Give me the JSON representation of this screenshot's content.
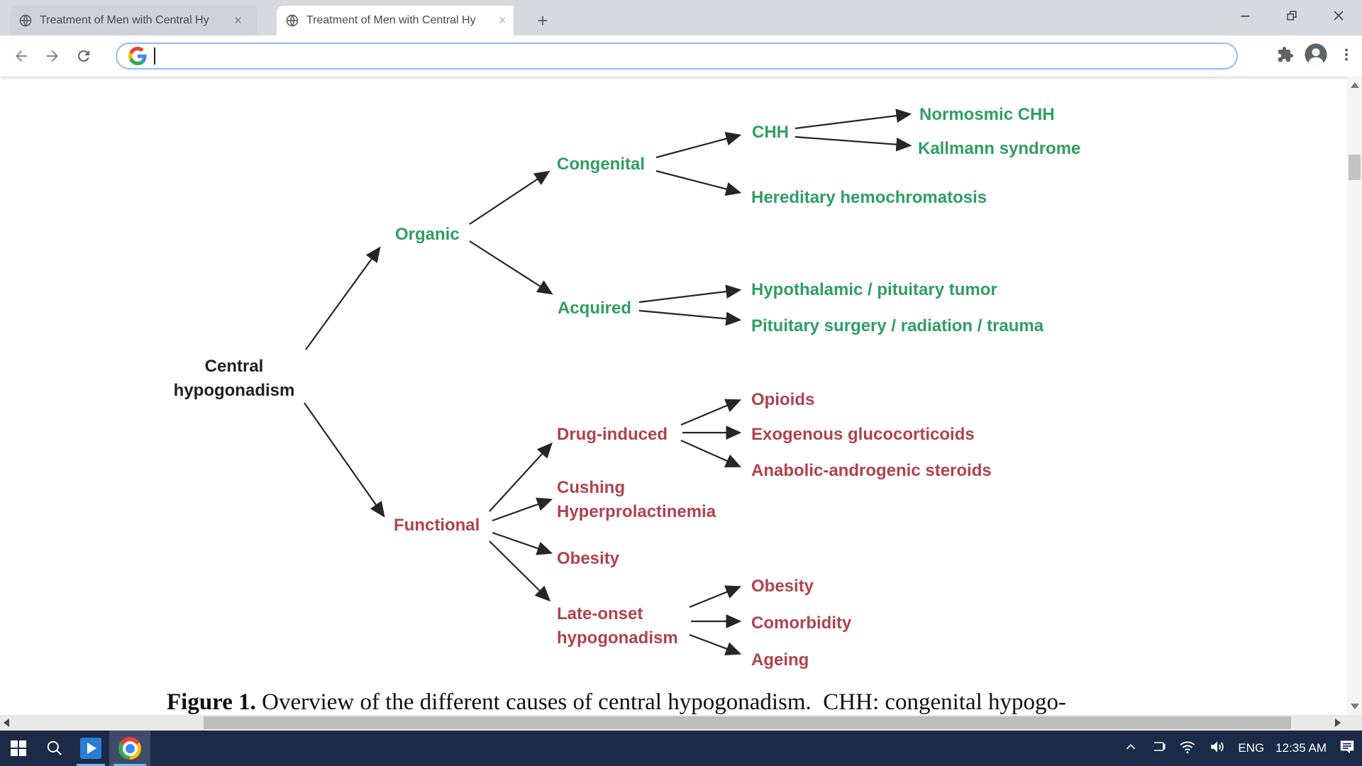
{
  "browser": {
    "tabs": [
      {
        "title": "Treatment of Men with Central Hy"
      },
      {
        "title": "Treatment of Men with Central Hy"
      }
    ],
    "new_tab_label": "+",
    "close_tab_label": "×",
    "url": ""
  },
  "colors": {
    "diagram_green": "#2f9e63",
    "diagram_red": "#b0434c",
    "diagram_black": "#1f1f1f",
    "taskbar_bg": "#1b2a47",
    "omnibox_focus_ring": "#92bbf8"
  },
  "diagram": {
    "nodes": {
      "central1": "Central",
      "central2": "hypogonadism",
      "organic": "Organic",
      "congenital": "Congenital",
      "chh": "CHH",
      "normosmic": "Normosmic CHH",
      "kallmann": "Kallmann syndrome",
      "hereditary": "Hereditary hemochromatosis",
      "acquired": "Acquired",
      "hypothalamic": "Hypothalamic / pituitary tumor",
      "pituitary": "Pituitary surgery / radiation / trauma",
      "functional": "Functional",
      "drug": "Drug-induced",
      "opioids": "Opioids",
      "exogenous": "Exogenous glucocorticoids",
      "anabolic": "Anabolic-androgenic steroids",
      "cushing1": "Cushing",
      "cushing2": "Hyperprolactinemia",
      "obesity_functional": "Obesity",
      "late1": "Late-onset",
      "late2": "hypogonadism",
      "obesity_late": "Obesity",
      "comorbidity": "Comorbidity",
      "ageing": "Ageing"
    }
  },
  "caption": {
    "label": "Figure 1.",
    "text": "Overview of the different causes of central hypogonadism. CHH: congenital hypogo-"
  },
  "taskbar": {
    "language": "ENG",
    "time": "12:35 AM"
  }
}
